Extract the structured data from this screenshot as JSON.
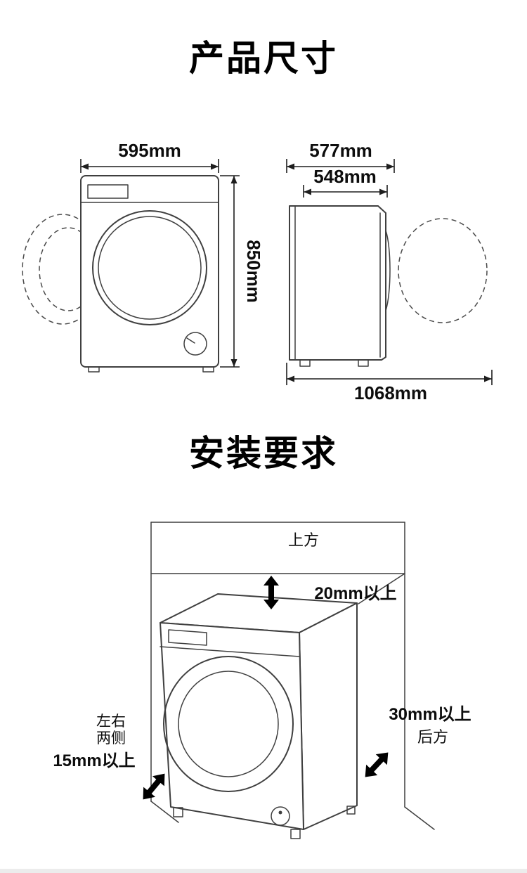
{
  "page": {
    "background": "#ffffff",
    "line_color": "#3f3f3f",
    "accent_black": "#000000"
  },
  "product_dimensions": {
    "title": "产品尺寸",
    "front_view": {
      "width": "595mm",
      "height": "850mm"
    },
    "side_view": {
      "depth_top": "577mm",
      "depth_body": "548mm",
      "total_with_door": "1068mm"
    }
  },
  "installation": {
    "title": "安装要求",
    "above_label": "上方",
    "above_clearance": "20mm以上",
    "sides_label_line1": "左右",
    "sides_label_line2": "两侧",
    "sides_clearance": "15mm以上",
    "rear_clearance": "30mm以上",
    "rear_label": "后方"
  }
}
